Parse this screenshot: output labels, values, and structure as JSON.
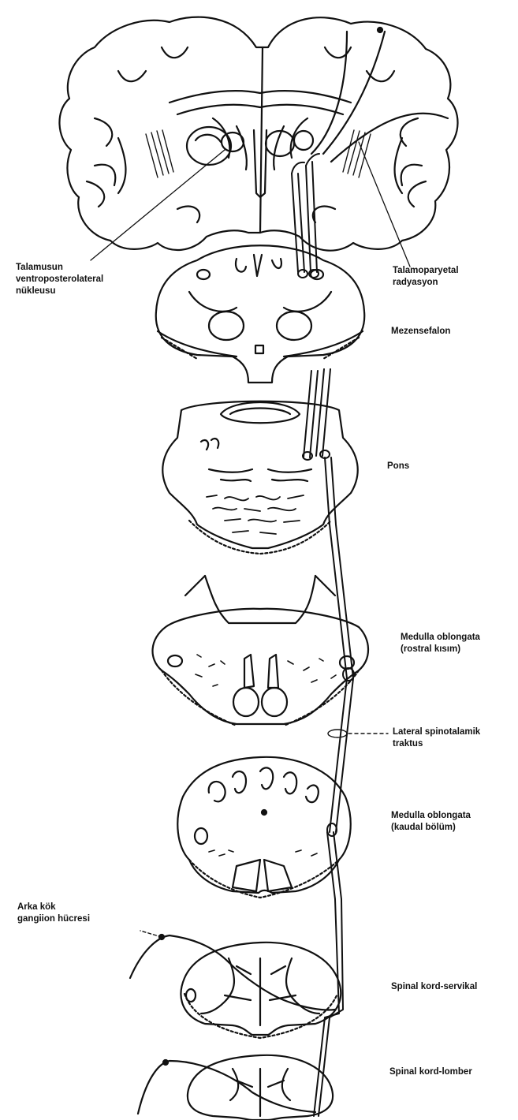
{
  "labels": {
    "thalamus_nucleus": [
      "Talamusun",
      "ventroposterolateral",
      "nükleusu"
    ],
    "thalamoparietal": [
      "Talamoparyetal",
      "radyasyon"
    ],
    "mesencephalon": "Mezensefalon",
    "pons": "Pons",
    "medulla_rostral": [
      "Medulla oblongata",
      "(rostral kısım)"
    ],
    "lateral_spinothalamic": [
      "Lateral spinotalamik",
      "traktus"
    ],
    "medulla_caudal": [
      "Medulla oblongata",
      "(kaudal bölüm)"
    ],
    "dorsal_root_ganglion": [
      "Arka kök",
      "gangiion hücresi"
    ],
    "spinal_cervical": "Spinal kord-servikal",
    "spinal_lumbar": "Spinal kord-lomber"
  },
  "colors": {
    "ink": "#111111",
    "paper": "#ffffff"
  }
}
